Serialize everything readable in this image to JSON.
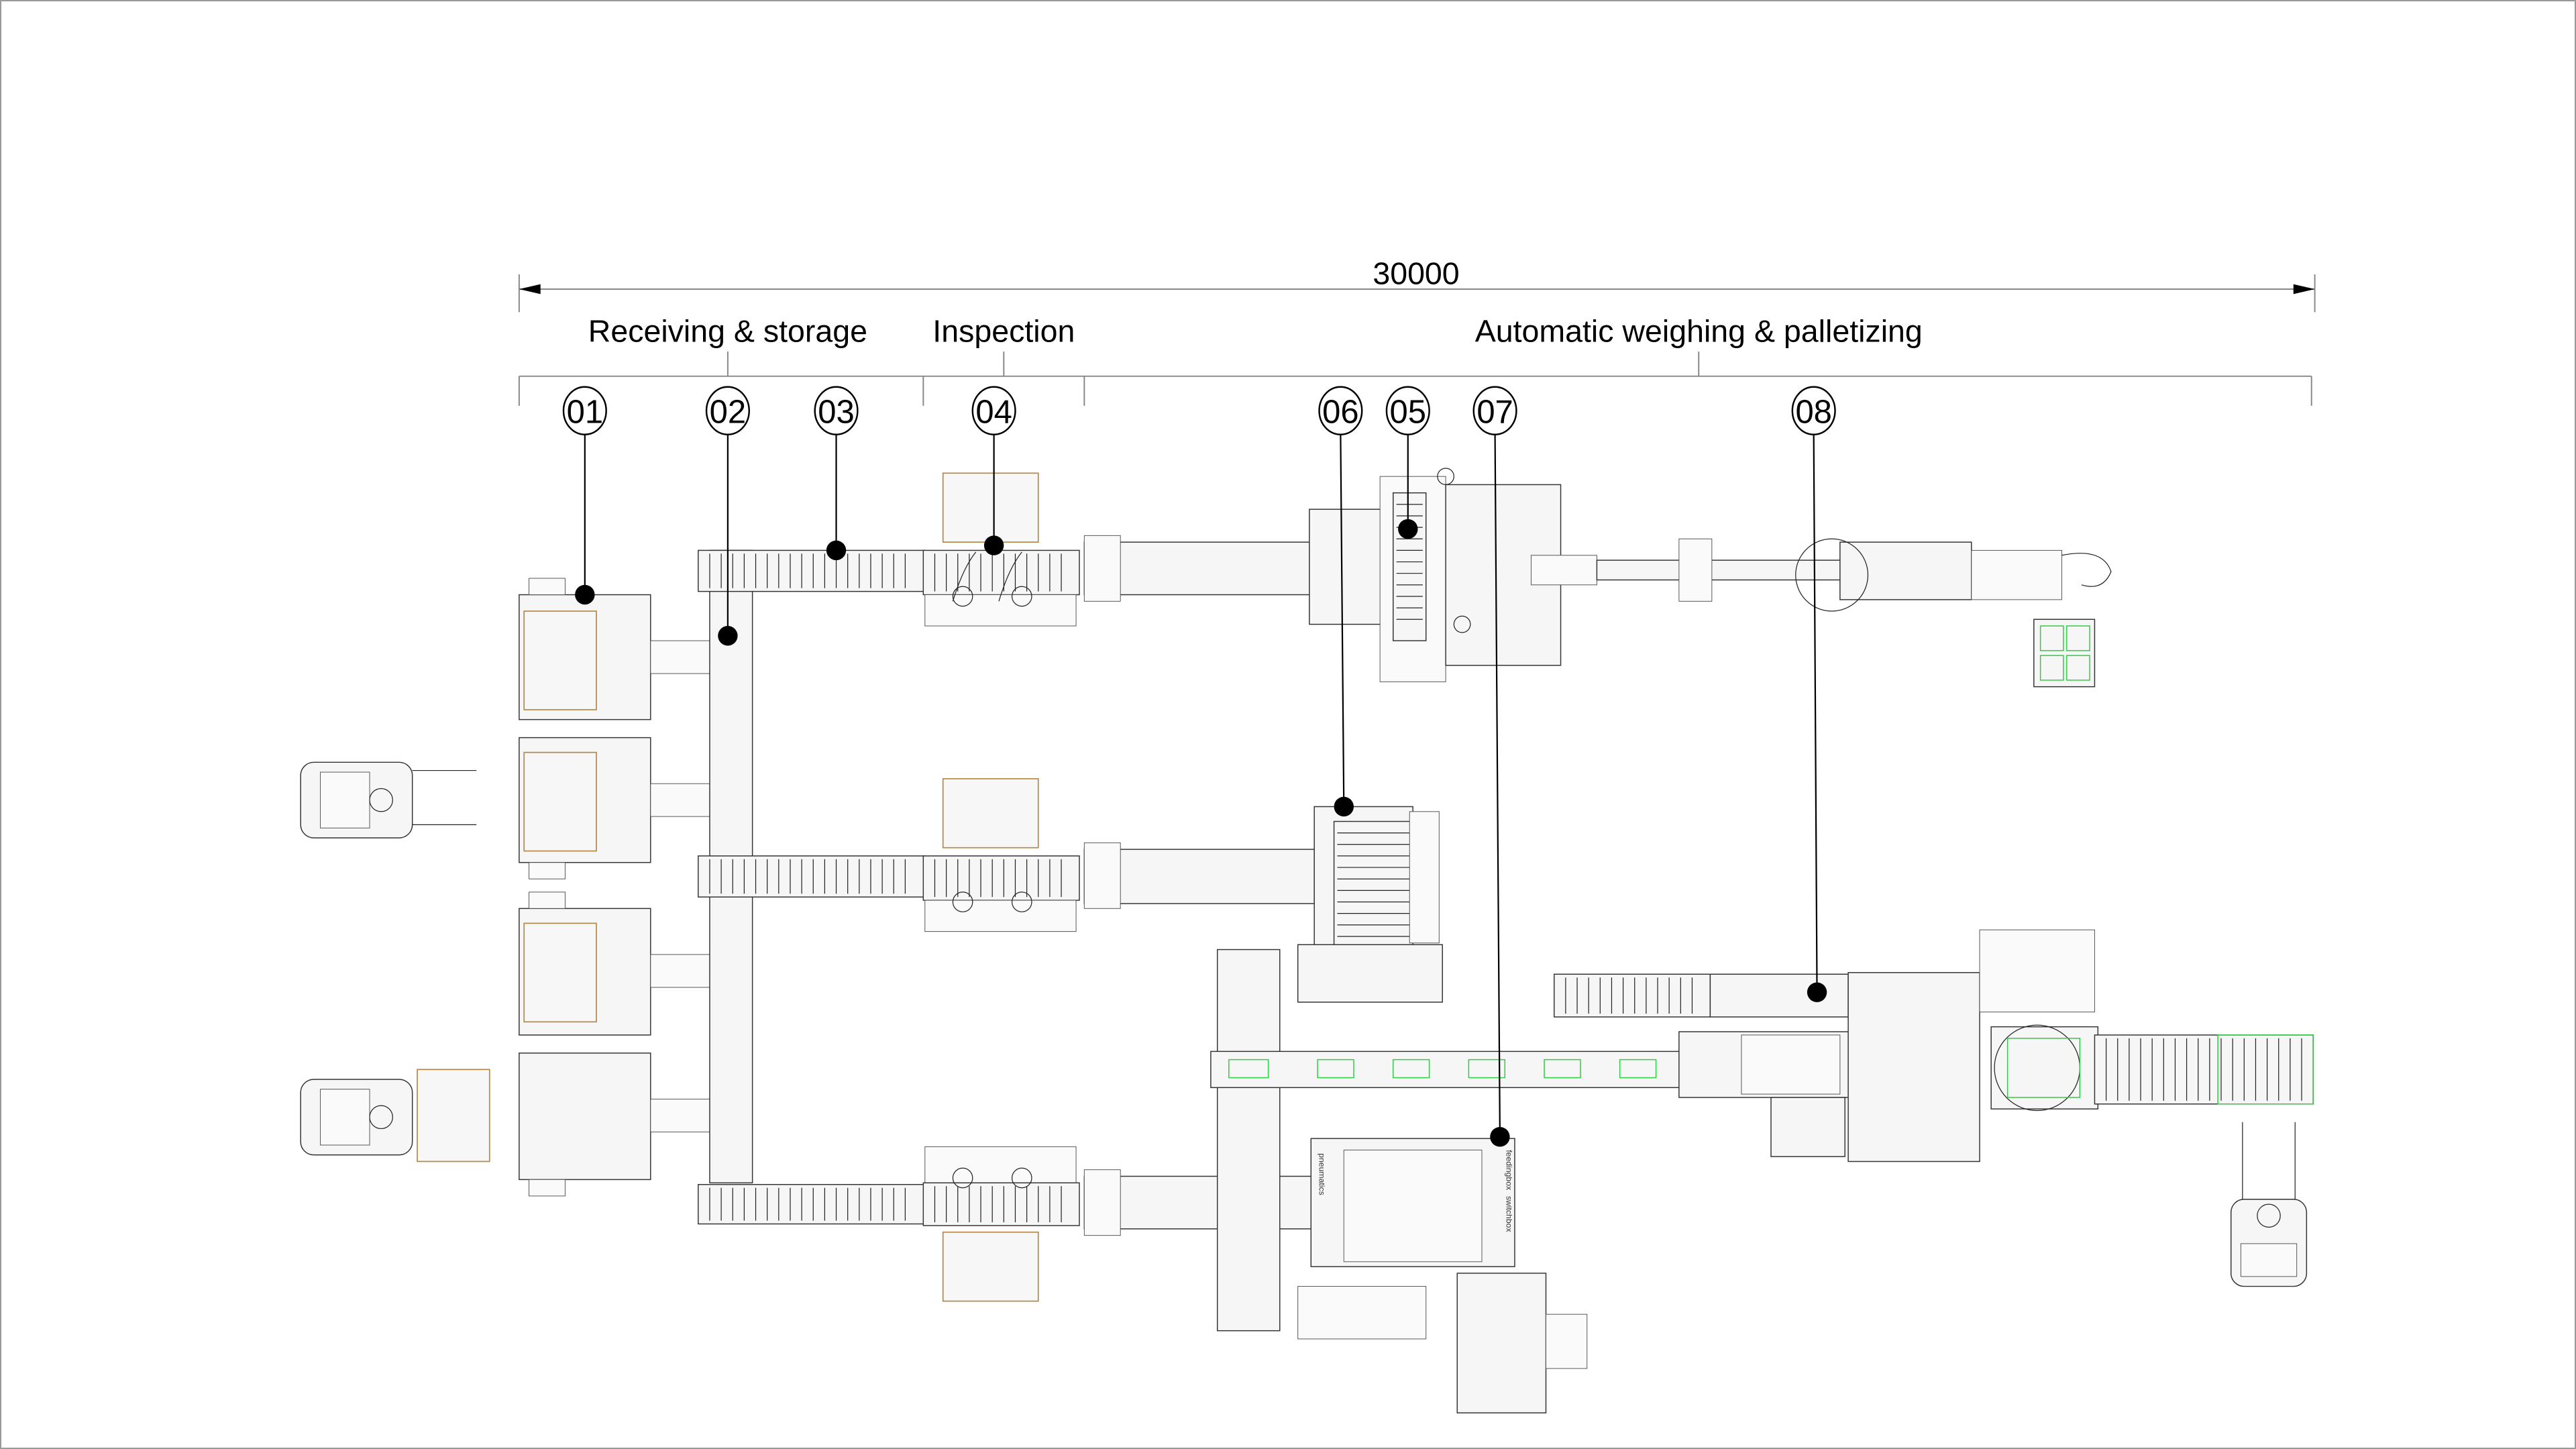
{
  "dimension": {
    "total_length": "30000"
  },
  "sections": [
    {
      "label": "Receiving & storage"
    },
    {
      "label": "Inspection"
    },
    {
      "label": "Automatic weighing & palletizing"
    }
  ],
  "balloons": [
    {
      "number": "01"
    },
    {
      "number": "02"
    },
    {
      "number": "03"
    },
    {
      "number": "04"
    },
    {
      "number": "06"
    },
    {
      "number": "05"
    },
    {
      "number": "07"
    },
    {
      "number": "08"
    }
  ],
  "machine_labels": {
    "pneumatics": "pneumatics",
    "feedingbox": "feedingbox",
    "switchbox": "switchbox"
  },
  "colors": {
    "pallet": "#b48a4a",
    "product": "#2ecc40",
    "lines": "#333333"
  }
}
